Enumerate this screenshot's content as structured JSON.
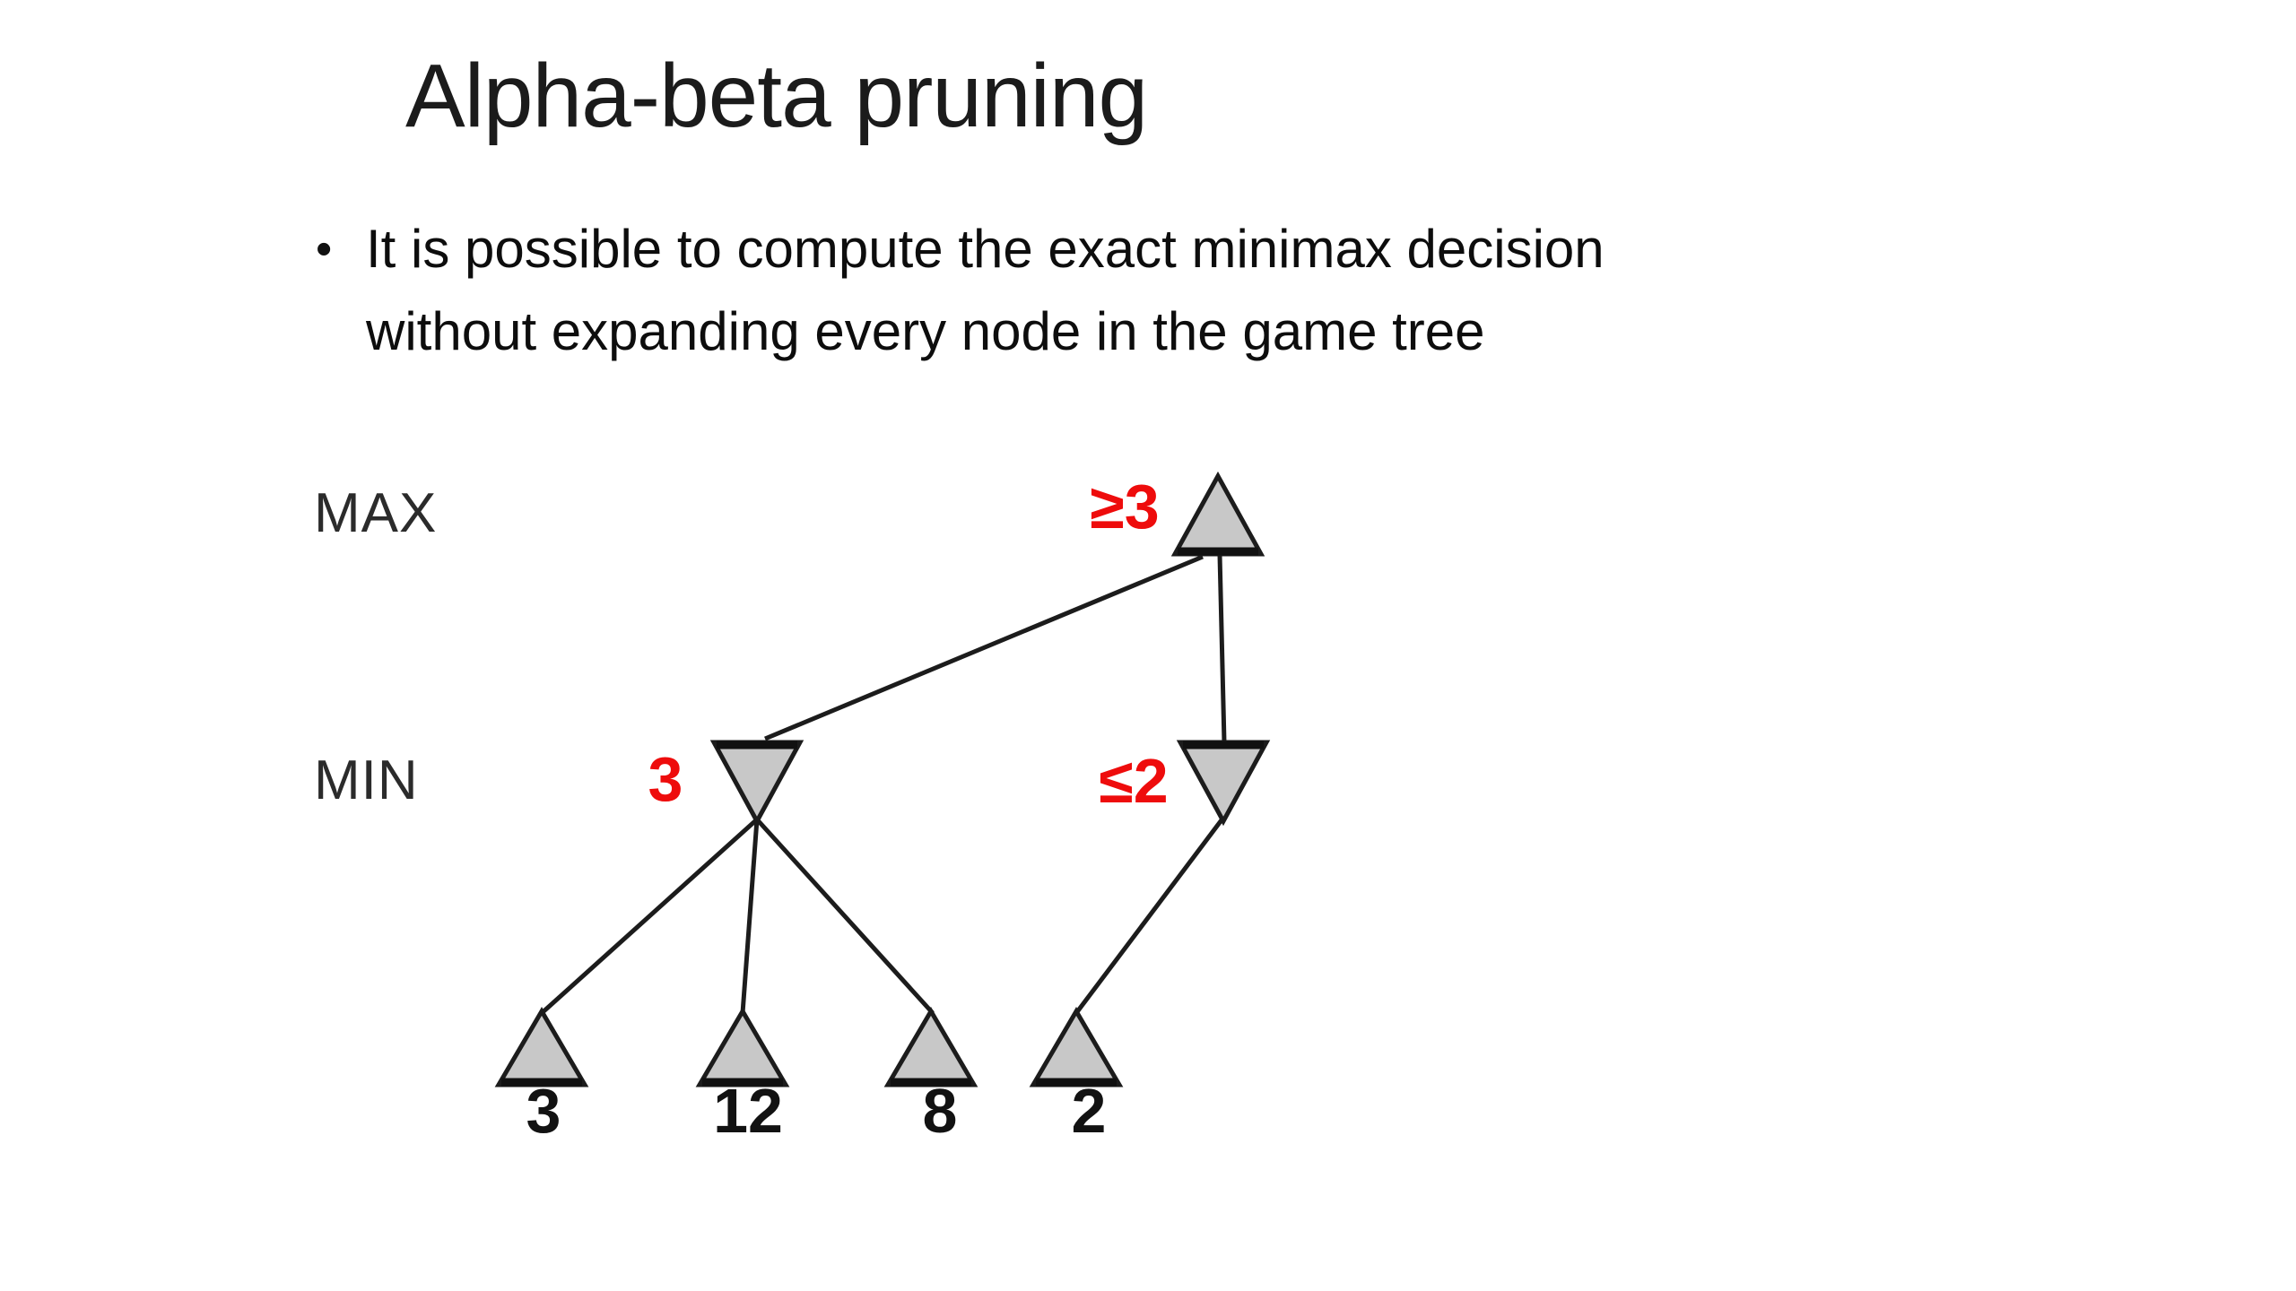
{
  "slide": {
    "title": "Alpha-beta pruning",
    "bullet": {
      "marker": "•",
      "lines": [
        "It is possible to compute the exact minimax decision",
        "without expanding every node in the game tree"
      ]
    }
  },
  "diagram": {
    "max_row_label": "MAX",
    "min_row_label": "MIN",
    "tree": {
      "root": {
        "type": "max",
        "annotation": "≥3"
      },
      "min_left": {
        "type": "min",
        "value": "3"
      },
      "min_right": {
        "type": "min",
        "annotation": "≤2"
      },
      "leaves": [
        {
          "value": "3"
        },
        {
          "value": "12"
        },
        {
          "value": "8"
        },
        {
          "value": "2"
        }
      ]
    }
  },
  "colors": {
    "background": "#ffffff",
    "text": "#111111",
    "row_label_gray": "#2b2b2b",
    "annotation_red": "#ee0c0c",
    "node_fill": "#c8c8c8",
    "node_stroke": "#1c1c1c"
  }
}
